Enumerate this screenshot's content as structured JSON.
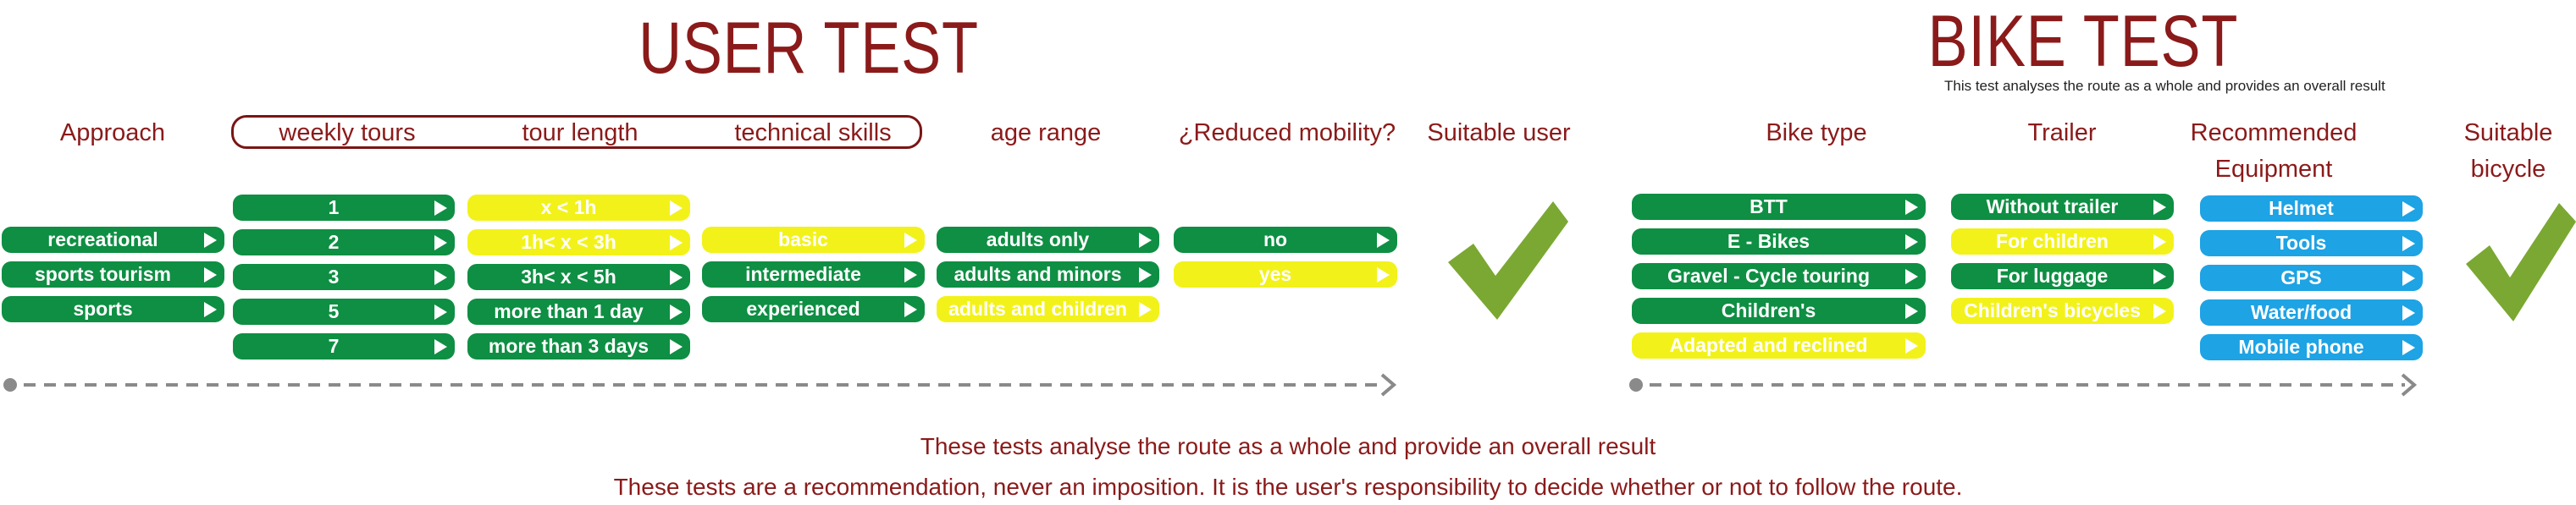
{
  "user_test": {
    "title": "USER TEST",
    "headers": {
      "approach": "Approach",
      "weekly_tours": "weekly tours",
      "tour_length": "tour length",
      "technical_skills": "technical skills",
      "age_range": "age range",
      "reduced_mobility": "¿Reduced mobility?",
      "suitable_user": "Suitable user"
    },
    "approach": [
      {
        "label": "recreational",
        "color": "green"
      },
      {
        "label": "sports tourism",
        "color": "green"
      },
      {
        "label": "sports",
        "color": "green"
      }
    ],
    "weekly_tours": [
      {
        "label": "1",
        "color": "green"
      },
      {
        "label": "2",
        "color": "green"
      },
      {
        "label": "3",
        "color": "green"
      },
      {
        "label": "5",
        "color": "green"
      },
      {
        "label": "7",
        "color": "green"
      }
    ],
    "tour_length": [
      {
        "label": "x < 1h",
        "color": "yellow"
      },
      {
        "label": "1h< x < 3h",
        "color": "yellow"
      },
      {
        "label": "3h< x < 5h",
        "color": "green"
      },
      {
        "label": "more than 1 day",
        "color": "green"
      },
      {
        "label": "more than 3 days",
        "color": "green"
      }
    ],
    "technical_skills": [
      {
        "label": "basic",
        "color": "yellow"
      },
      {
        "label": "intermediate",
        "color": "green"
      },
      {
        "label": "experienced",
        "color": "green"
      }
    ],
    "age_range": [
      {
        "label": "adults only",
        "color": "green"
      },
      {
        "label": "adults and minors",
        "color": "green"
      },
      {
        "label": "adults and children",
        "color": "yellow"
      }
    ],
    "reduced_mobility": [
      {
        "label": "no",
        "color": "green"
      },
      {
        "label": "yes",
        "color": "yellow"
      }
    ]
  },
  "bike_test": {
    "title": "BIKE TEST",
    "subtitle": "This test analyses the route as a whole and provides an overall result",
    "headers": {
      "bike_type": "Bike type",
      "trailer": "Trailer",
      "recommended_equipment_1": "Recommended",
      "recommended_equipment_2": "Equipment",
      "suitable_bicycle_1": "Suitable",
      "suitable_bicycle_2": "bicycle"
    },
    "bike_type": [
      {
        "label": "BTT",
        "color": "green"
      },
      {
        "label": "E - Bikes",
        "color": "green"
      },
      {
        "label": "Gravel - Cycle touring",
        "color": "green"
      },
      {
        "label": "Children's",
        "color": "green"
      },
      {
        "label": "Adapted and reclined",
        "color": "yellow"
      }
    ],
    "trailer": [
      {
        "label": "Without trailer",
        "color": "green"
      },
      {
        "label": "For children",
        "color": "yellow"
      },
      {
        "label": "For luggage",
        "color": "green"
      },
      {
        "label": "Children's bicycles",
        "color": "yellow"
      }
    ],
    "equipment": [
      {
        "label": "Helmet",
        "color": "blue"
      },
      {
        "label": "Tools",
        "color": "blue"
      },
      {
        "label": "GPS",
        "color": "blue"
      },
      {
        "label": "Water/food",
        "color": "blue"
      },
      {
        "label": "Mobile phone",
        "color": "blue"
      }
    ]
  },
  "footer": {
    "line1": "These tests analyse the route as a whole and provide an overall result",
    "line2": "These tests are a recommendation, never an imposition. It is the user's responsibility to decide whether or not to follow the route."
  },
  "colors": {
    "title": "#8b1a1a",
    "green": "#0e8f43",
    "yellow": "#f2f21a",
    "blue": "#1ea3e4",
    "check": "#7aa832",
    "timeline": "#8a8a8a"
  }
}
